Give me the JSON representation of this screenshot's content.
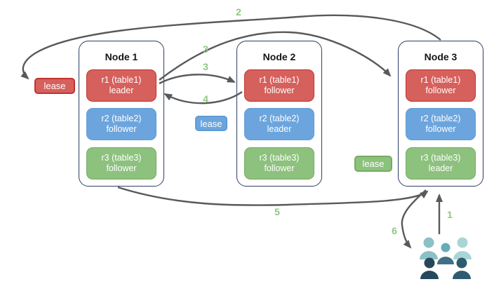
{
  "nodes": [
    {
      "title": "Node 1",
      "replicas": [
        {
          "range": "r1 (table1)",
          "role": "leader",
          "color": "#d6605c"
        },
        {
          "range": "r2 (table2)",
          "role": "follower",
          "color": "#6ca5dd"
        },
        {
          "range": "r3 (table3)",
          "role": "follower",
          "color": "#8dc17e"
        }
      ]
    },
    {
      "title": "Node 2",
      "replicas": [
        {
          "range": "r1 (table1)",
          "role": "follower",
          "color": "#d6605c"
        },
        {
          "range": "r2 (table2)",
          "role": "leader",
          "color": "#6ca5dd"
        },
        {
          "range": "r3 (table3)",
          "role": "follower",
          "color": "#8dc17e"
        }
      ]
    },
    {
      "title": "Node 3",
      "replicas": [
        {
          "range": "r1 (table1)",
          "role": "follower",
          "color": "#d6605c"
        },
        {
          "range": "r2 (table2)",
          "role": "follower",
          "color": "#6ca5dd"
        },
        {
          "range": "r3 (table3)",
          "role": "leader",
          "color": "#8dc17e"
        }
      ]
    }
  ],
  "leases": {
    "red": {
      "label": "lease",
      "color": "#d6605c"
    },
    "blue": {
      "label": "lease",
      "color": "#6ca5dd"
    },
    "green": {
      "label": "lease",
      "color": "#8dc17e"
    }
  },
  "steps": {
    "s1": "1",
    "s2": "2",
    "s3_to_node3": "3",
    "s3_to_node2": "3",
    "s4": "4",
    "s5": "5",
    "s6": "6"
  },
  "icons": {
    "users": "users-group-icon"
  },
  "colors": {
    "node_border": "#2b3f63",
    "arrow": "#58595b",
    "step_label": "#8dc87f",
    "replica_red": "#d6605c",
    "replica_red_border": "#c13430",
    "replica_blue": "#6ca5dd",
    "replica_blue_border": "#5f9bd6",
    "replica_green": "#8dc17e",
    "replica_green_border": "#76ac62",
    "users_light_teal": "#a8d5d8",
    "users_medium_teal": "#67abb6",
    "users_dark_slate": "#27485c"
  }
}
